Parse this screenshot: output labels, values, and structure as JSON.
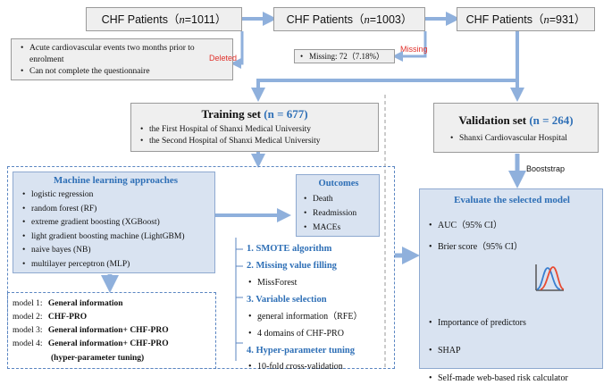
{
  "top": {
    "box1": {
      "prefix": "CHF Patients（",
      "n": "n",
      "suffix": "=1011）"
    },
    "box2": {
      "prefix": "CHF Patients（",
      "n": "n",
      "suffix": "=1003）"
    },
    "box3": {
      "prefix": "CHF Patients（",
      "n": "n",
      "suffix": "=931）"
    }
  },
  "exclusion": {
    "items": [
      "Acute cardiovascular events two months prior to enrolment",
      "Can not complete the questionnaire"
    ],
    "deleted_label": "Deleted"
  },
  "missing": {
    "text": "Missing: 72（7.18%）",
    "label": "Missing"
  },
  "training": {
    "title_prefix": "Training set ",
    "title_n": "(n = 677)",
    "items": [
      "the First Hospital of Shanxi Medical University",
      "the Second Hospital of Shanxi Medical University"
    ]
  },
  "validation": {
    "title_prefix": "Validation set ",
    "title_n": "(n = 264)",
    "items": [
      "Shanxi Cardiovascular Hospital"
    ],
    "bootstrap_label": "Booststrap"
  },
  "ml": {
    "title": "Machine learning approaches",
    "items": [
      "logistic regression",
      "random forest (RF)",
      "extreme gradient boosting (XGBoost)",
      "light gradient boosting machine (LightGBM)",
      "naive bayes (NB)",
      "multilayer perceptron (MLP)"
    ]
  },
  "outcomes": {
    "title": "Outcomes",
    "items": [
      "Death",
      "Readmission",
      "MACEs"
    ]
  },
  "models": [
    {
      "label": "model 1:",
      "value": "General information"
    },
    {
      "label": "model 2:",
      "value": "CHF-PRO"
    },
    {
      "label": "model 3:",
      "value": "General information+ CHF-PRO"
    },
    {
      "label": "model 4:",
      "value": "General information+ CHF-PRO"
    }
  ],
  "models_extra": "(hyper-parameter tuning)",
  "steps": {
    "s1": "1.  SMOTE algorithm",
    "s2": "2.  Missing value filling",
    "s2_sub": "MissForest",
    "s3": "3.  Variable selection",
    "s3_sub": [
      "general information（RFE）",
      "4 domains of CHF-PRO"
    ],
    "s4": "4.  Hyper-parameter tuning",
    "s4_sub": "10-fold cross-validation"
  },
  "evaluate": {
    "title": "Evaluate the selected model",
    "items": [
      "AUC（95% CI）",
      "Brier score（95% CI）"
    ],
    "items2": [
      "Importance of predictors",
      "SHAP",
      "Self-made web-based risk calculator"
    ]
  },
  "colors": {
    "arrow": "#8fb0dc",
    "accent": "#2e6fb6",
    "red": "#e0312b"
  }
}
